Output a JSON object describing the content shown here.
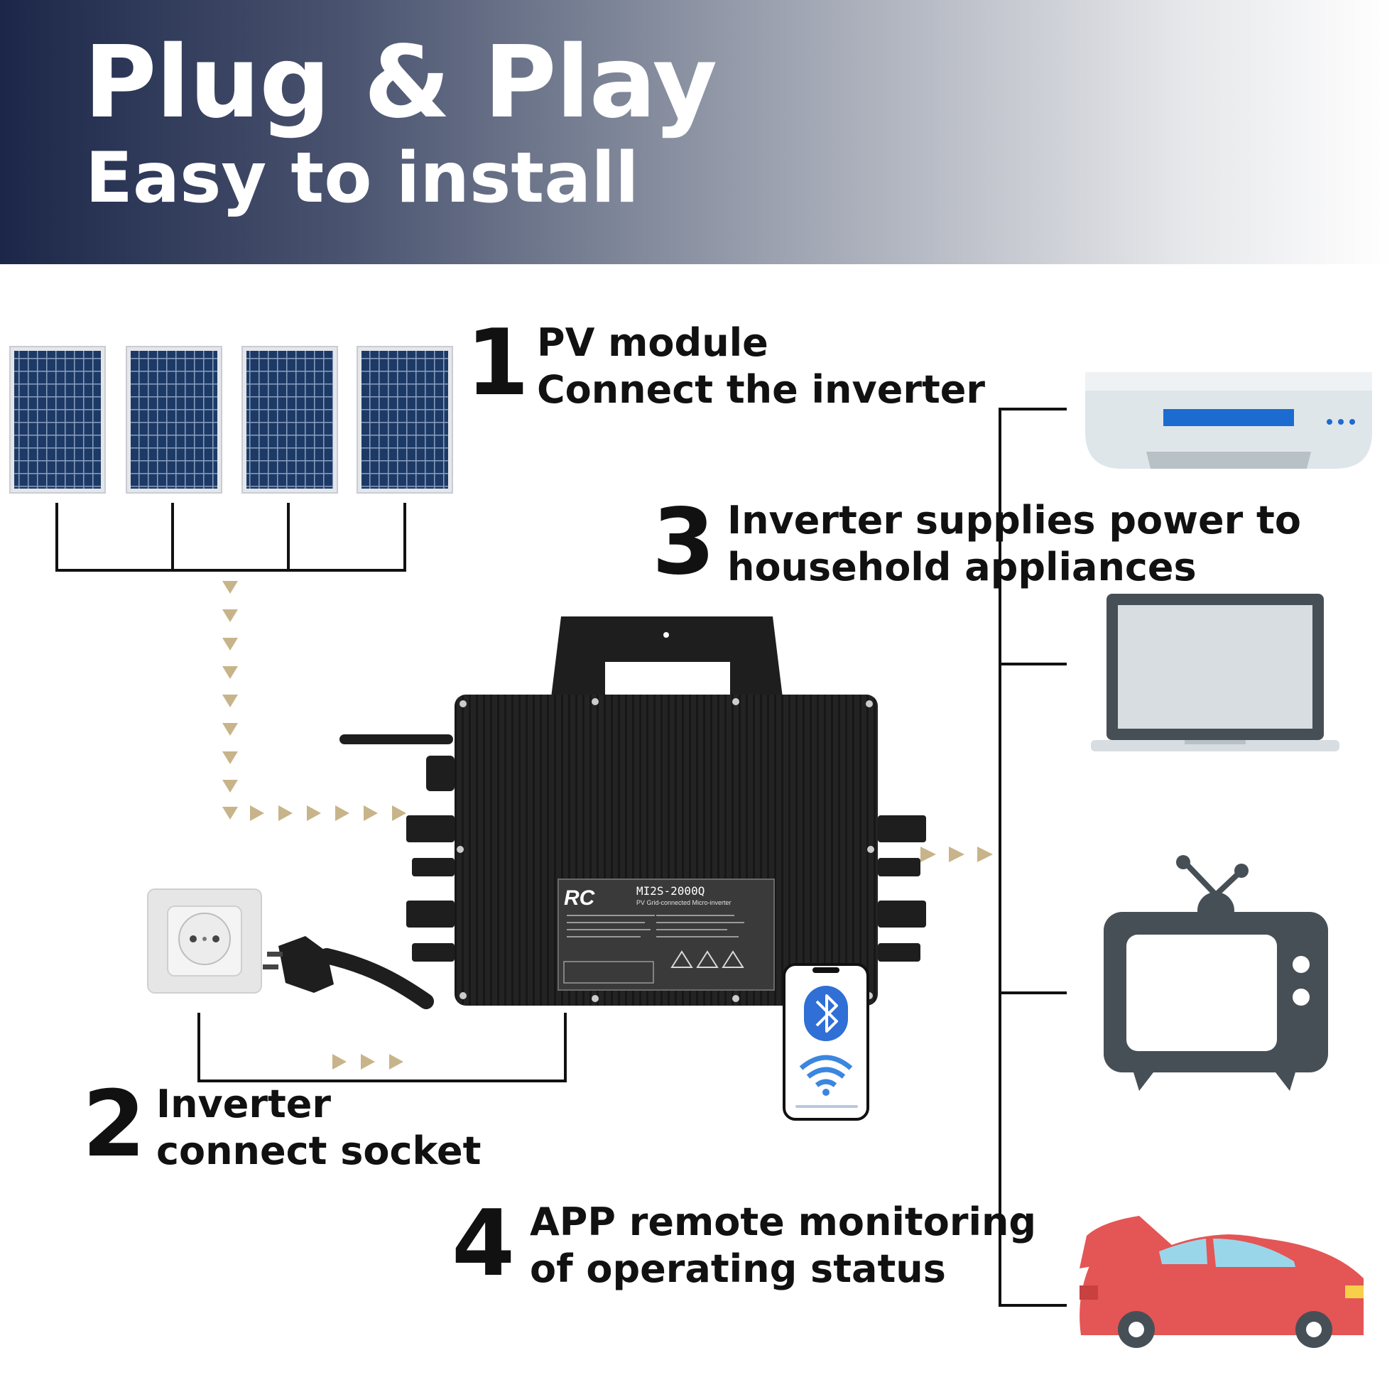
{
  "header": {
    "title": "Plug & Play",
    "subtitle": "Easy to install"
  },
  "steps": [
    {
      "number": "1",
      "line1": "PV module",
      "line2": "Connect the inverter"
    },
    {
      "number": "2",
      "line1": "Inverter",
      "line2": "connect socket"
    },
    {
      "number": "3",
      "line1": "Inverter supplies power to",
      "line2": "household appliances"
    },
    {
      "number": "4",
      "line1": "APP remote monitoring",
      "line2": "of operating status"
    }
  ],
  "inverter": {
    "brand": "RC",
    "model": "MI2S-2000Q",
    "description": "PV Grid-connected Micro-inverter"
  },
  "appliances": [
    "air-conditioner-icon",
    "laptop-icon",
    "tv-icon",
    "car-icon"
  ],
  "colors": {
    "header_dark": "#1c2648",
    "arrow": "#c8b48a",
    "panel": "#1d3a66",
    "inverter": "#1e1e1e",
    "car": "#e45555",
    "appliance_dark": "#474f56"
  }
}
